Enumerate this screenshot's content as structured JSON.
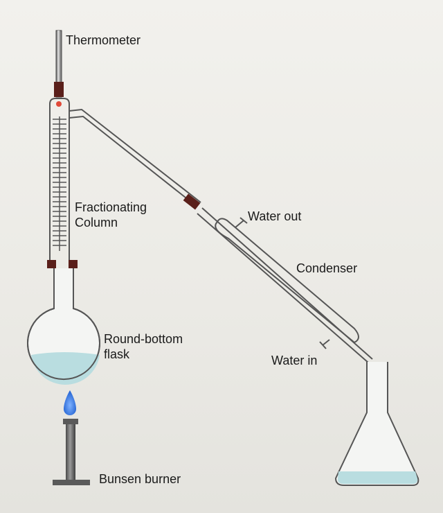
{
  "labels": {
    "thermometer": "Thermometer",
    "fractionating_column": [
      "Fractionating",
      "Column"
    ],
    "water_out": "Water out",
    "condenser": "Condenser",
    "round_bottom_flask": [
      "Round-bottom",
      "flask"
    ],
    "water_in": "Water in",
    "bunsen_burner": "Bunsen burner"
  },
  "colors": {
    "glass": "#555555",
    "stopper": "#5a1f1a",
    "liquid": "#b9dde0",
    "flame": "#1f5fd0",
    "burner": "#6e6e6e"
  }
}
